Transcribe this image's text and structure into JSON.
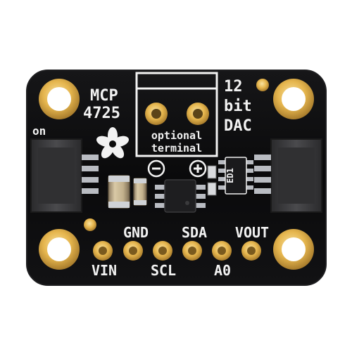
{
  "board": {
    "colors": {
      "pcb": "#0b0b0c",
      "pcb_edge": "#1c1c1e",
      "silk": "#f2f2f2",
      "gold": "#e6b64e",
      "gold_light": "#f6dc92",
      "gold_dark": "#9c7428",
      "connector": "#3c3c3e",
      "pin": "#b9bcc2"
    },
    "title_line1": "MCP",
    "title_line2": "4725",
    "spec_line1": "12",
    "spec_line2": "bit",
    "spec_line3": "DAC",
    "terminal_line1": "optional",
    "terminal_line2": "terminal",
    "power_label": "on",
    "ic_marking": "ED1",
    "minus_symbol": "−",
    "plus_symbol": "+",
    "pins_top": [
      "GND",
      "SDA",
      "VOUT"
    ],
    "pins_bottom": [
      "VIN",
      "SCL",
      "A0"
    ]
  }
}
